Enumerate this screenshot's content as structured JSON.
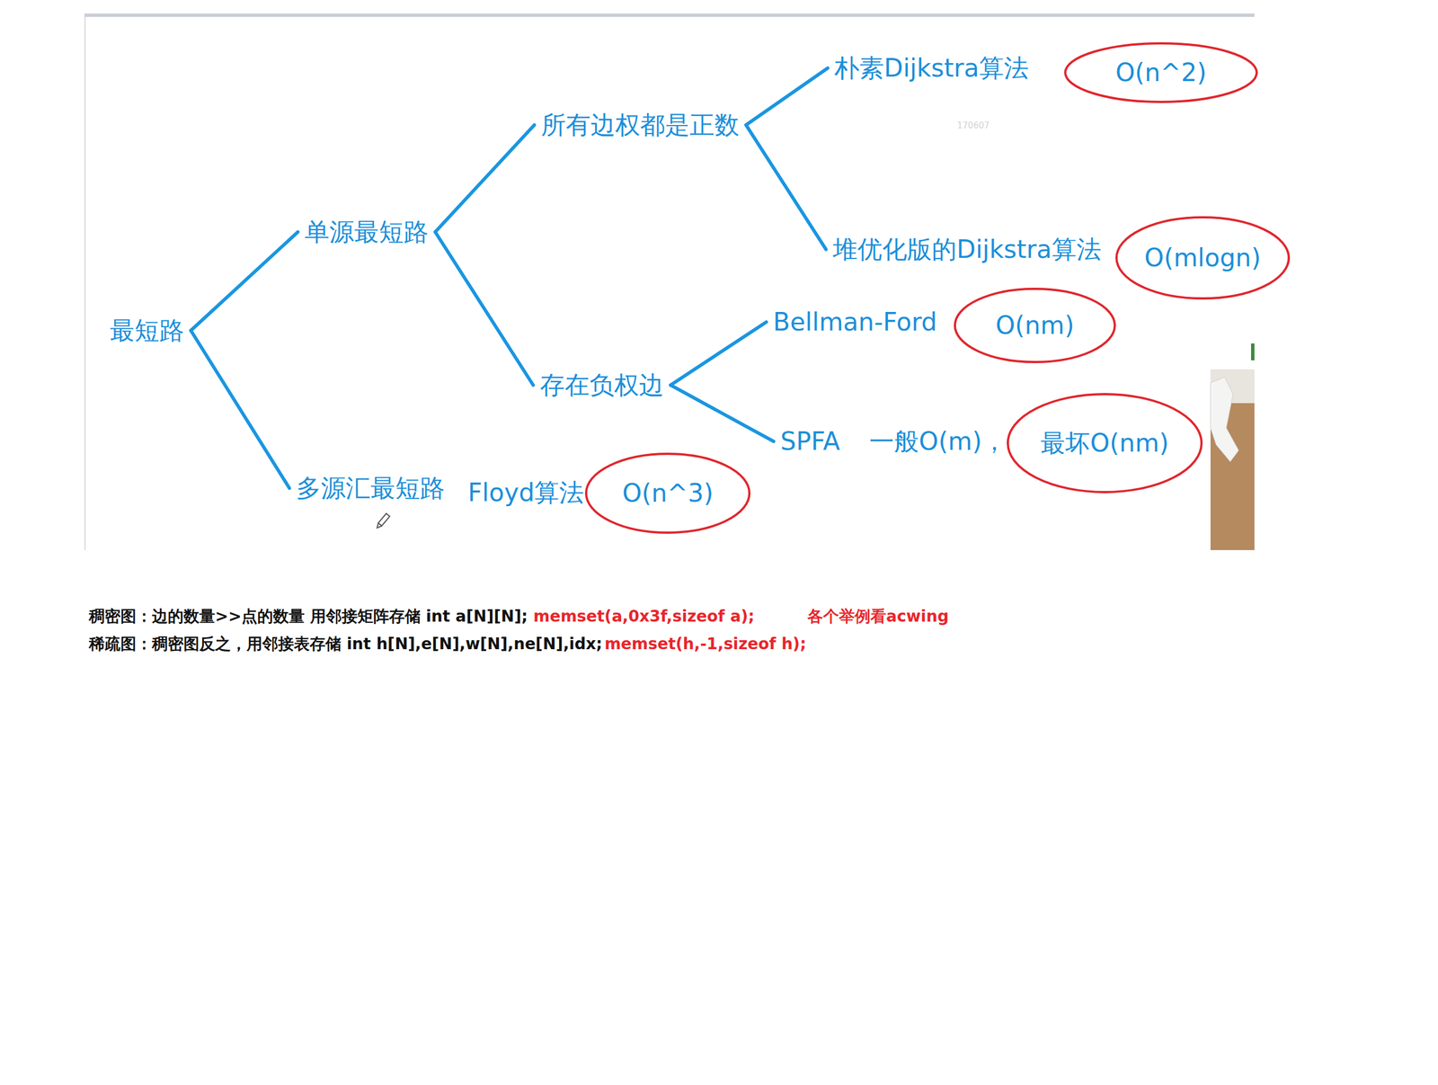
{
  "diagram": {
    "nodes": [
      {
        "text": [
          "最短路"
        ]
      },
      {
        "text": [
          "单源最短路"
        ]
      },
      {
        "text": [
          "所有边权都是正数"
        ]
      },
      {
        "text": [
          "朴素Dijkstra算法"
        ]
      },
      {
        "text": [
          "O(n^2)"
        ]
      },
      {
        "text": [
          "堆优化版的Dijkstra算法"
        ]
      },
      {
        "text": [
          "O(mlogn)"
        ]
      },
      {
        "text": [
          "存在负权边"
        ]
      },
      {
        "text": [
          "Bellman-Ford"
        ]
      },
      {
        "text": [
          "O(nm)"
        ]
      },
      {
        "text": [
          "SPFA"
        ]
      },
      {
        "text": [
          "最坏O(nm)"
        ]
      },
      {
        "text": [
          "多源汇最短路"
        ]
      },
      {
        "text": [
          "Floyd算法"
        ]
      },
      {
        "text": [
          "O(n^3)"
        ]
      }
    ],
    "edges": [
      {
        "from": 0,
        "to": 1,
        "arrow": "none"
      },
      {
        "from": 0,
        "to": 12,
        "arrow": "none"
      },
      {
        "from": 1,
        "to": 2,
        "arrow": "none"
      },
      {
        "from": 1,
        "to": 7,
        "arrow": "none"
      },
      {
        "from": 2,
        "to": 3,
        "arrow": "none"
      },
      {
        "from": 2,
        "to": 5,
        "arrow": "none"
      },
      {
        "from": 7,
        "to": 8,
        "arrow": "none"
      },
      {
        "from": 7,
        "to": 10,
        "arrow": "none"
      }
    ],
    "labels": [
      "170607",
      "一般O(m)，",
      "稠密图：边的数量>>点的数量 用邻接矩阵存储 int a[N][N];",
      "memset(a,0x3f,sizeof a);",
      "各个举例看acwing",
      "稀疏图：稠密图反之，用邻接表存储 int h[N],e[N],w[N],ne[N],idx;",
      "memset(h,-1,sizeof h);"
    ]
  }
}
